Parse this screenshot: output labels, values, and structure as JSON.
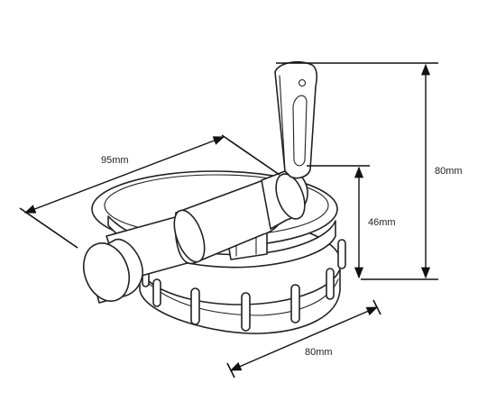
{
  "diagram": {
    "dimensions": {
      "length_label": "95mm",
      "height_total_label": "80mm",
      "height_tap_label": "46mm",
      "diameter_label": "80mm"
    },
    "colors": {
      "line": "#222222",
      "background": "#ffffff"
    }
  }
}
